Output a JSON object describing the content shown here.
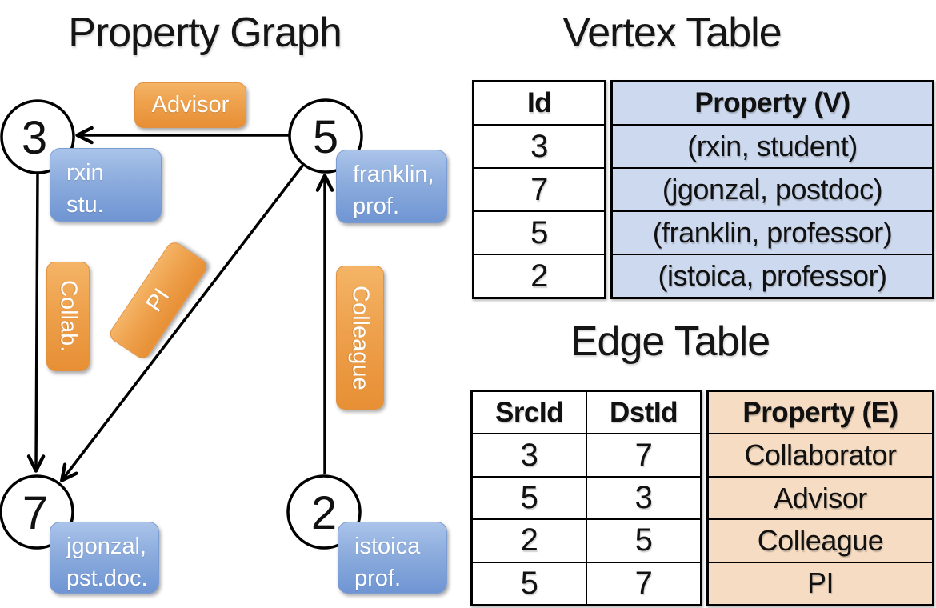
{
  "graph": {
    "title": "Property Graph",
    "nodes": [
      {
        "id": "3",
        "label": "rxin\nstu."
      },
      {
        "id": "5",
        "label": "franklin,\nprof."
      },
      {
        "id": "7",
        "label": "jgonzal,\npst.doc."
      },
      {
        "id": "2",
        "label": "istoica\nprof."
      }
    ],
    "edge_labels": {
      "advisor": "Advisor",
      "collab": "Collab.",
      "pi": "PI",
      "colleague": "Colleague"
    }
  },
  "vertex_table": {
    "title": "Vertex Table",
    "columns": {
      "id": "Id",
      "property": "Property (V)"
    },
    "rows": [
      {
        "id": "3",
        "property": "(rxin, student)"
      },
      {
        "id": "7",
        "property": "(jgonzal, postdoc)"
      },
      {
        "id": "5",
        "property": "(franklin, professor)"
      },
      {
        "id": "2",
        "property": "(istoica, professor)"
      }
    ]
  },
  "edge_table": {
    "title": "Edge Table",
    "columns": {
      "src": "SrcId",
      "dst": "DstId",
      "property": "Property (E)"
    },
    "rows": [
      {
        "src": "3",
        "dst": "7",
        "property": "Collaborator"
      },
      {
        "src": "5",
        "dst": "3",
        "property": "Advisor"
      },
      {
        "src": "2",
        "dst": "5",
        "property": "Colleague"
      },
      {
        "src": "5",
        "dst": "7",
        "property": "PI"
      }
    ]
  },
  "colors": {
    "node_fill_top": "#aac4ea",
    "node_fill_bottom": "#6f95d3",
    "edge_label_fill_top": "#f4b466",
    "edge_label_fill_bottom": "#e78f35",
    "vertex_property_bg": "#cdd9ee",
    "edge_property_bg": "#f6dcc2",
    "line_color": "#000000"
  }
}
